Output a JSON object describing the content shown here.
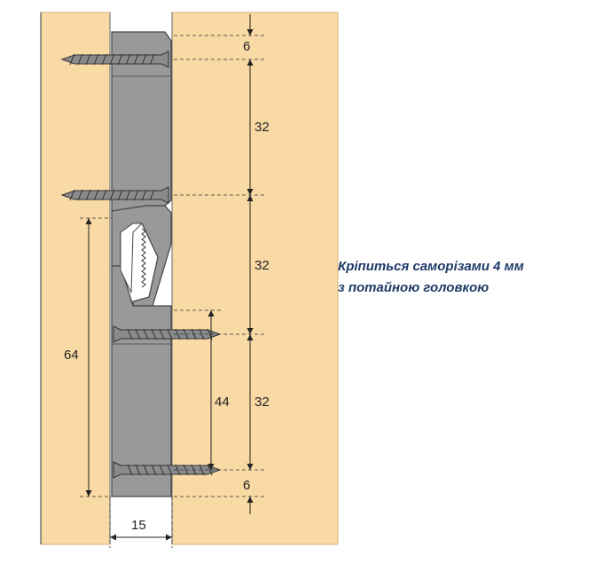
{
  "dimensions": {
    "top_offset": "6",
    "hole_spacing_upper": "32",
    "hole_spacing_middle": "32",
    "hole_spacing_lower": "32",
    "bottom_offset": "6",
    "slot_height": "64",
    "screw_spacing": "44",
    "rail_width": "15"
  },
  "note": {
    "line1": "Кріпиться саморізами 4 мм",
    "line2": "з потайною головкою"
  },
  "colors": {
    "wood": "#f9d9a4",
    "wood_edge": "#d9b37c",
    "rail": "#98999b",
    "rail_edge": "#4a4a4a",
    "screw": "#8a8b8d",
    "note_text": "#1e3a68"
  }
}
